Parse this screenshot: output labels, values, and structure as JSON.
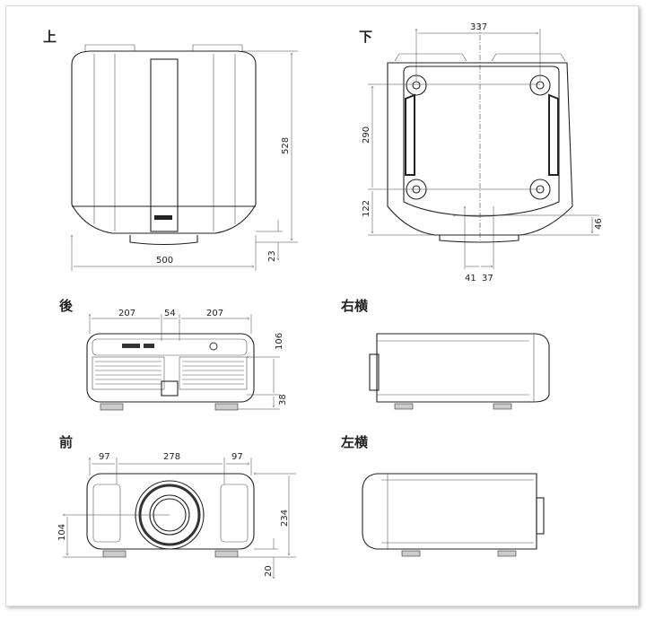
{
  "views": {
    "top": {
      "title": "上",
      "dims": {
        "width": "500",
        "depth": "528",
        "foot": "23"
      }
    },
    "bottom": {
      "title": "下",
      "dims": {
        "foot_span": "337",
        "foot_depth": "290",
        "rear_offset": "122",
        "lens_offset": "46",
        "left": "41",
        "right": "37"
      }
    },
    "rear": {
      "title": "後",
      "dims": {
        "left": "207",
        "center": "54",
        "right": "207",
        "upper": "106",
        "lower": "38"
      }
    },
    "right_side": {
      "title": "右横"
    },
    "front": {
      "title": "前",
      "dims": {
        "left": "97",
        "center": "278",
        "right": "97",
        "lens_height": "104",
        "height": "234",
        "foot": "20"
      }
    },
    "left_side": {
      "title": "左横"
    }
  }
}
